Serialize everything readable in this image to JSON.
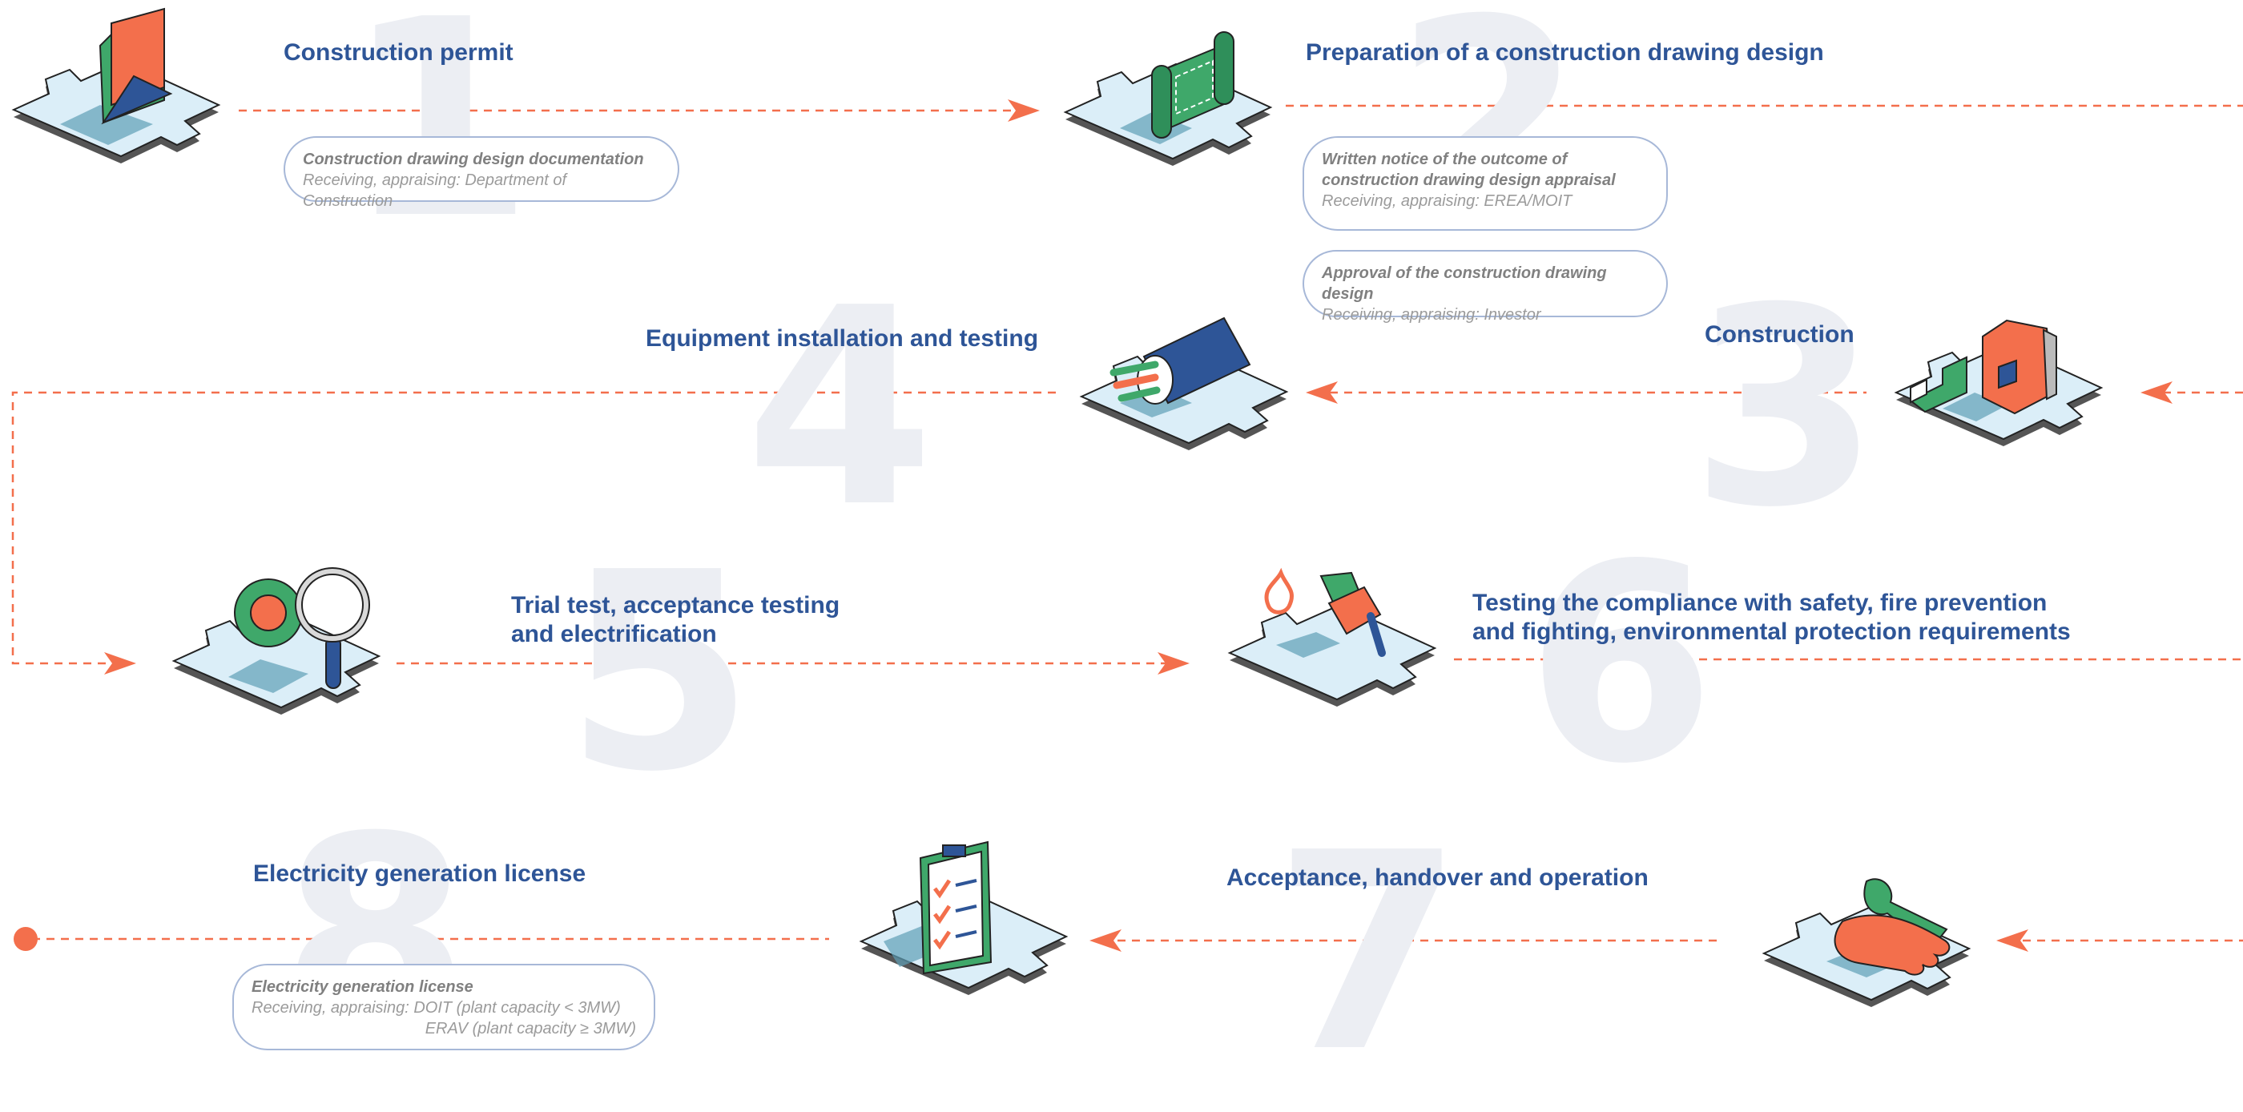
{
  "colors": {
    "accent": "#f36f4c",
    "title": "#2e5597",
    "number": "#eceef3",
    "box_border": "#a7b8d8"
  },
  "steps": [
    {
      "number": "1",
      "title": "Construction permit",
      "icon": "document-envelope-icon",
      "boxes": [
        {
          "doc": "Construction drawing design documentation",
          "receiver": "Receiving, appraising: Department of Construction"
        }
      ]
    },
    {
      "number": "2",
      "title": "Preparation of a construction drawing design",
      "icon": "blueprint-scroll-icon",
      "boxes": [
        {
          "doc": "Written notice of the outcome of\nconstruction drawing design appraisal",
          "receiver": "Receiving, appraising: EREA/MOIT"
        },
        {
          "doc": "Approval of the construction drawing design",
          "receiver": "Receiving, appraising: Investor"
        }
      ]
    },
    {
      "number": "3",
      "title": "Construction",
      "icon": "bricks-cement-icon",
      "boxes": []
    },
    {
      "number": "4",
      "title": "Equipment installation and testing",
      "icon": "cable-icon",
      "boxes": []
    },
    {
      "number": "5",
      "title": "Trial test, acceptance testing\nand electrification",
      "icon": "gear-magnifier-icon",
      "boxes": []
    },
    {
      "number": "6",
      "title": "Testing the compliance with safety, fire prevention\nand fighting, environmental protection requirements",
      "icon": "fire-extinguisher-icon",
      "boxes": []
    },
    {
      "number": "7",
      "title": "Acceptance, handover and operation",
      "icon": "hand-key-icon",
      "boxes": []
    },
    {
      "number": "8",
      "title": "Electricity generation license",
      "icon": "checklist-clipboard-icon",
      "boxes": [
        {
          "doc": "Electricity generation license",
          "receiver": "Receiving, appraising: DOIT (plant capacity < 3MW)",
          "receiver2": "ERAV (plant capacity ≥ 3MW)"
        }
      ]
    }
  ]
}
